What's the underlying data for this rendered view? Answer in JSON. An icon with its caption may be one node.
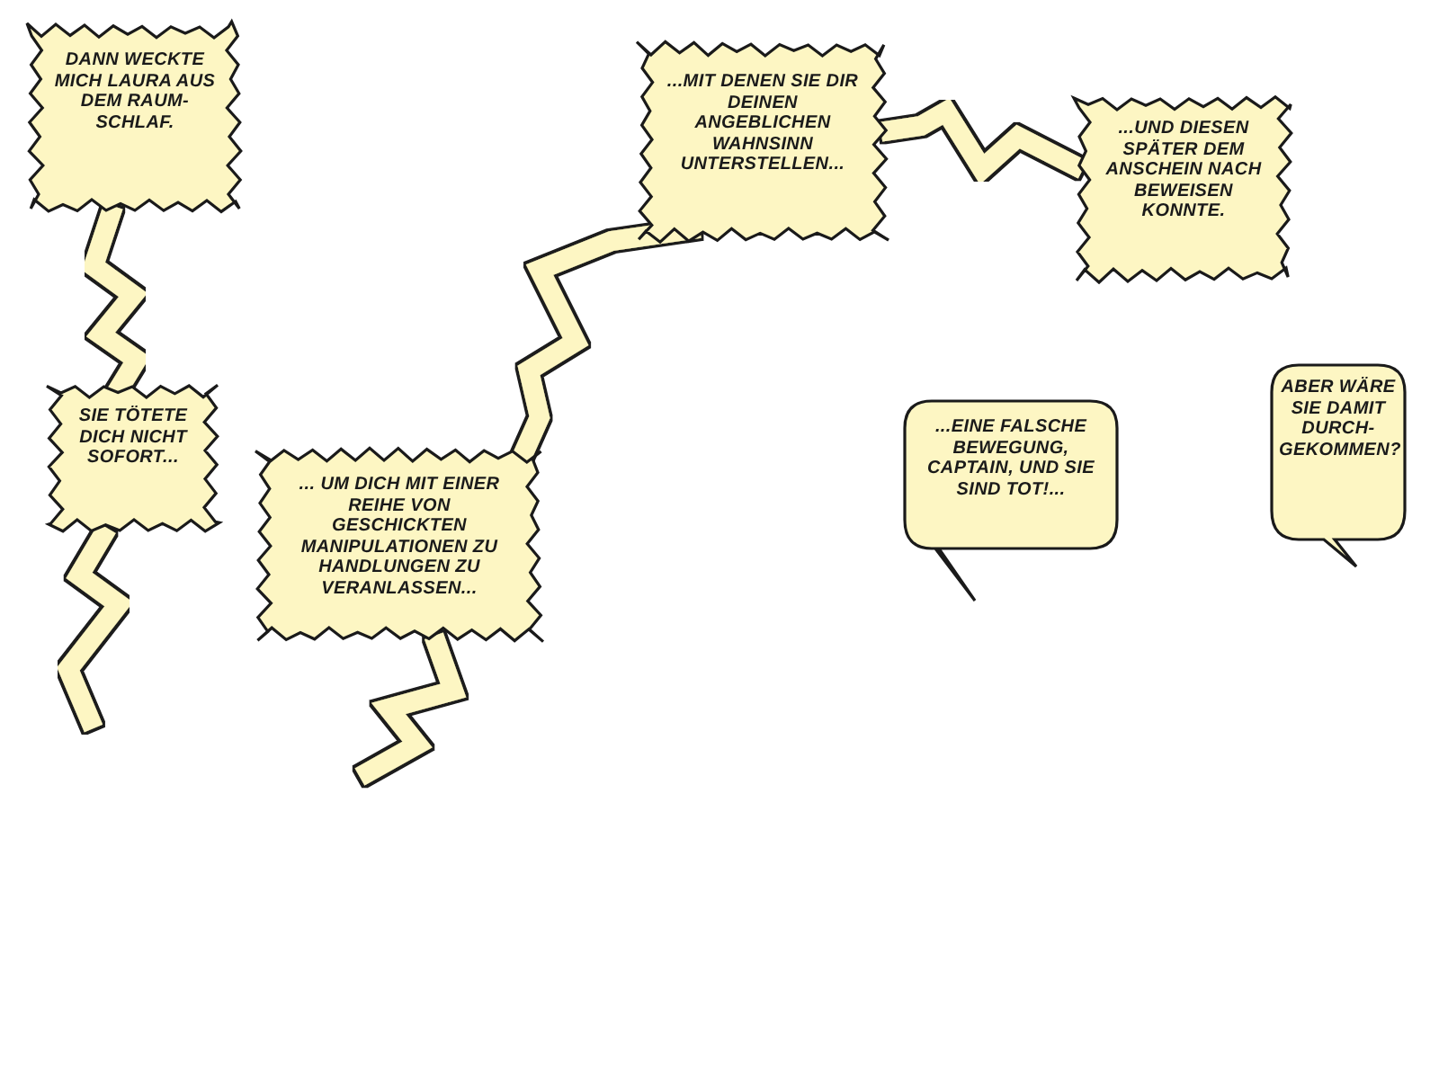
{
  "diagram": {
    "nodes": [
      {
        "text": [
          "DANN WECKTE MICH LAURA AUS DEM RAUM-SCHLAF."
        ]
      },
      {
        "text": [
          "SIE TÖTETE DICH NICHT SOFORT..."
        ]
      },
      {
        "text": [
          "... UM DICH MIT EINER REIHE VON GESCHICKTEN MANIPULATIONEN ZU HANDLUNGEN ZU VERANLASSEN..."
        ]
      },
      {
        "text": [
          "...MIT DENEN SIE DIR DEINEN ANGEBLICHEN WAHNSINN UNTERSTELLEN..."
        ]
      },
      {
        "text": [
          "...UND DIESEN SPÄTER DEM ANSCHEIN NACH BEWEISEN KONNTE."
        ]
      },
      {
        "text": [
          "...EINE FALSCHE BEWEGUNG, CAPTAIN, UND SIE SIND TOT!..."
        ]
      },
      {
        "text": [
          "ABER WÄRE SIE DAMIT DURCH-GEKOMMEN?"
        ]
      }
    ],
    "edges": [
      {
        "from": 0,
        "to": 1,
        "arrow": "none"
      },
      {
        "from": 1,
        "to": null,
        "arrow": "none"
      },
      {
        "from": 2,
        "to": null,
        "arrow": "none"
      },
      {
        "from": 2,
        "to": 3,
        "arrow": "none"
      },
      {
        "from": 3,
        "to": 4,
        "arrow": "none"
      }
    ]
  }
}
